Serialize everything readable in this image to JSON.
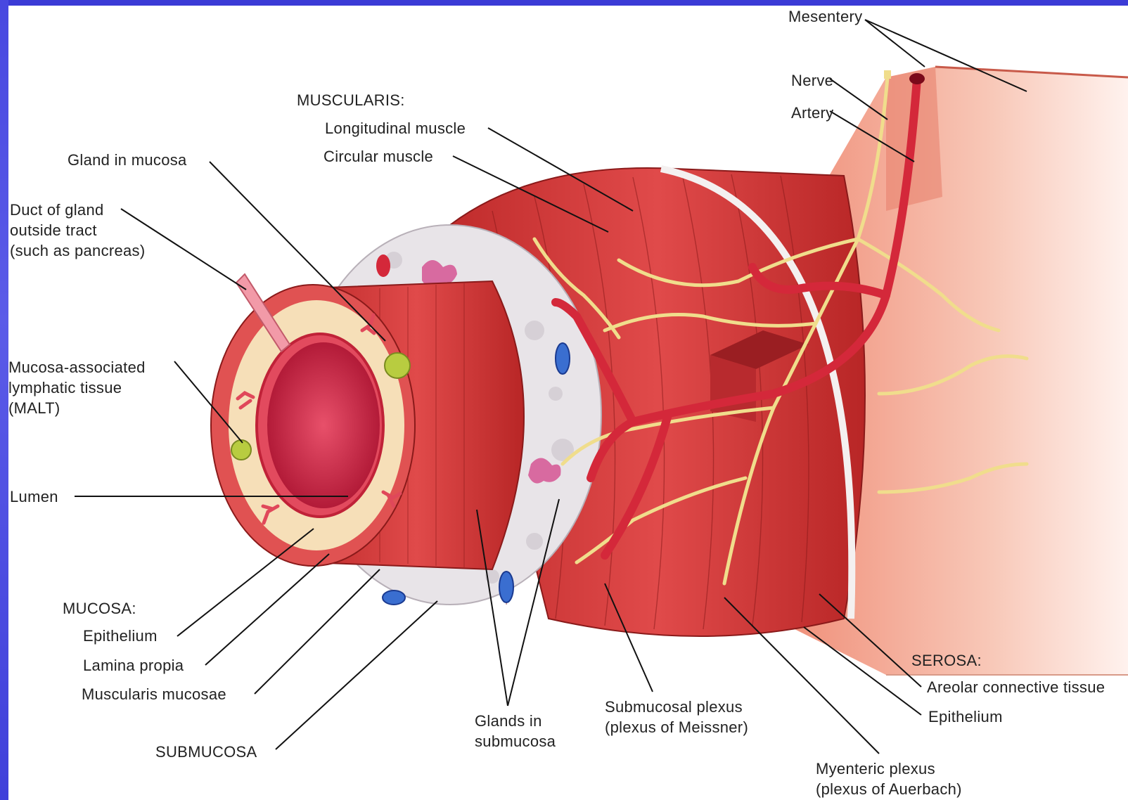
{
  "labels": {
    "mesentery": "Mesentery",
    "nerve": "Nerve",
    "artery": "Artery",
    "muscularis_heading": "MUSCULARIS:",
    "longitudinal_muscle": "Longitudinal muscle",
    "circular_muscle": "Circular muscle",
    "gland_in_mucosa": "Gland in mucosa",
    "duct_of_gland": "Duct of gland\noutside tract\n(such as pancreas)",
    "malt": "Mucosa-associated\nlymphatic tissue\n(MALT)",
    "lumen": "Lumen",
    "mucosa_heading": "MUCOSA:",
    "epithelium_mucosa": "Epithelium",
    "lamina_propia": "Lamina propia",
    "muscularis_mucosae": "Muscularis mucosae",
    "submucosa": "SUBMUCOSA",
    "glands_in_submucosa": "Glands in\nsubmucosa",
    "submucosal_plexus": "Submucosal plexus\n(plexus of Meissner)",
    "myenteric_plexus": "Myenteric plexus\n(plexus of Auerbach)",
    "serosa_heading": "SEROSA:",
    "areolar_connective_tissue": "Areolar connective tissue",
    "epithelium_serosa": "Epithelium"
  },
  "colors": {
    "muscle": "#d83c3c",
    "muscle_dark": "#a82424",
    "lamina": "#f6dfb8",
    "submucosa": "#e6e2e6",
    "nerve": "#f0dd8c",
    "artery": "#d4283a",
    "lumen": "#c8163a",
    "malt": "#b8cc40",
    "gland": "#c24a8a",
    "vessel_blue": "#3a6ed0",
    "serosa": "#f6b8a8",
    "frame": "#3b3bd6"
  }
}
